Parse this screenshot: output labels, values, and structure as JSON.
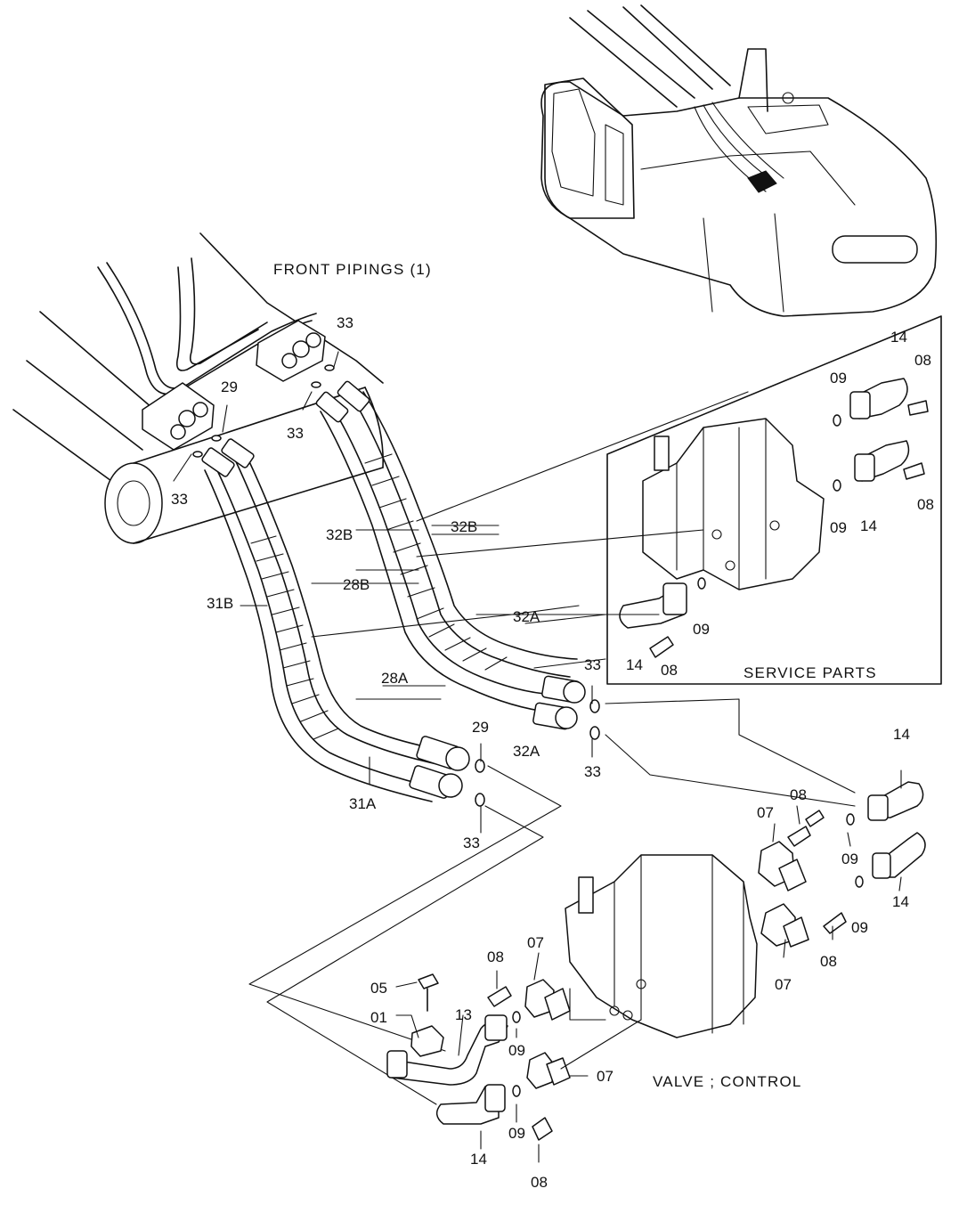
{
  "titles": {
    "front_pipings": "FRONT PIPINGS (1)",
    "service_parts": "SERVICE PARTS",
    "valve_control": "VALVE ; CONTROL"
  },
  "callouts": {
    "c33a": "33",
    "c33b": "33",
    "c33c": "33",
    "c33d": "33",
    "c33e": "33",
    "c33f": "33",
    "c29a": "29",
    "c29b": "29",
    "c31b": "31B",
    "c31a": "31A",
    "c28b": "28B",
    "c28a": "28A",
    "c32b_a": "32B",
    "c32b_b": "32B",
    "c32a_a": "32A",
    "c32a_b": "32A",
    "c14a": "14",
    "c14b": "14",
    "c14c": "14",
    "c14d": "14",
    "c14e": "14",
    "c14f": "14",
    "c08a": "08",
    "c08b": "08",
    "c08c": "08",
    "c08d": "08",
    "c08e": "08",
    "c08f": "08",
    "c08g": "08",
    "c09a": "09",
    "c09b": "09",
    "c09c": "09",
    "c09d": "09",
    "c09e": "09",
    "c09f": "09",
    "c09g": "09",
    "c07a": "07",
    "c07b": "07",
    "c07c": "07",
    "c07d": "07",
    "c05": "05",
    "c01": "01",
    "c13": "13"
  }
}
